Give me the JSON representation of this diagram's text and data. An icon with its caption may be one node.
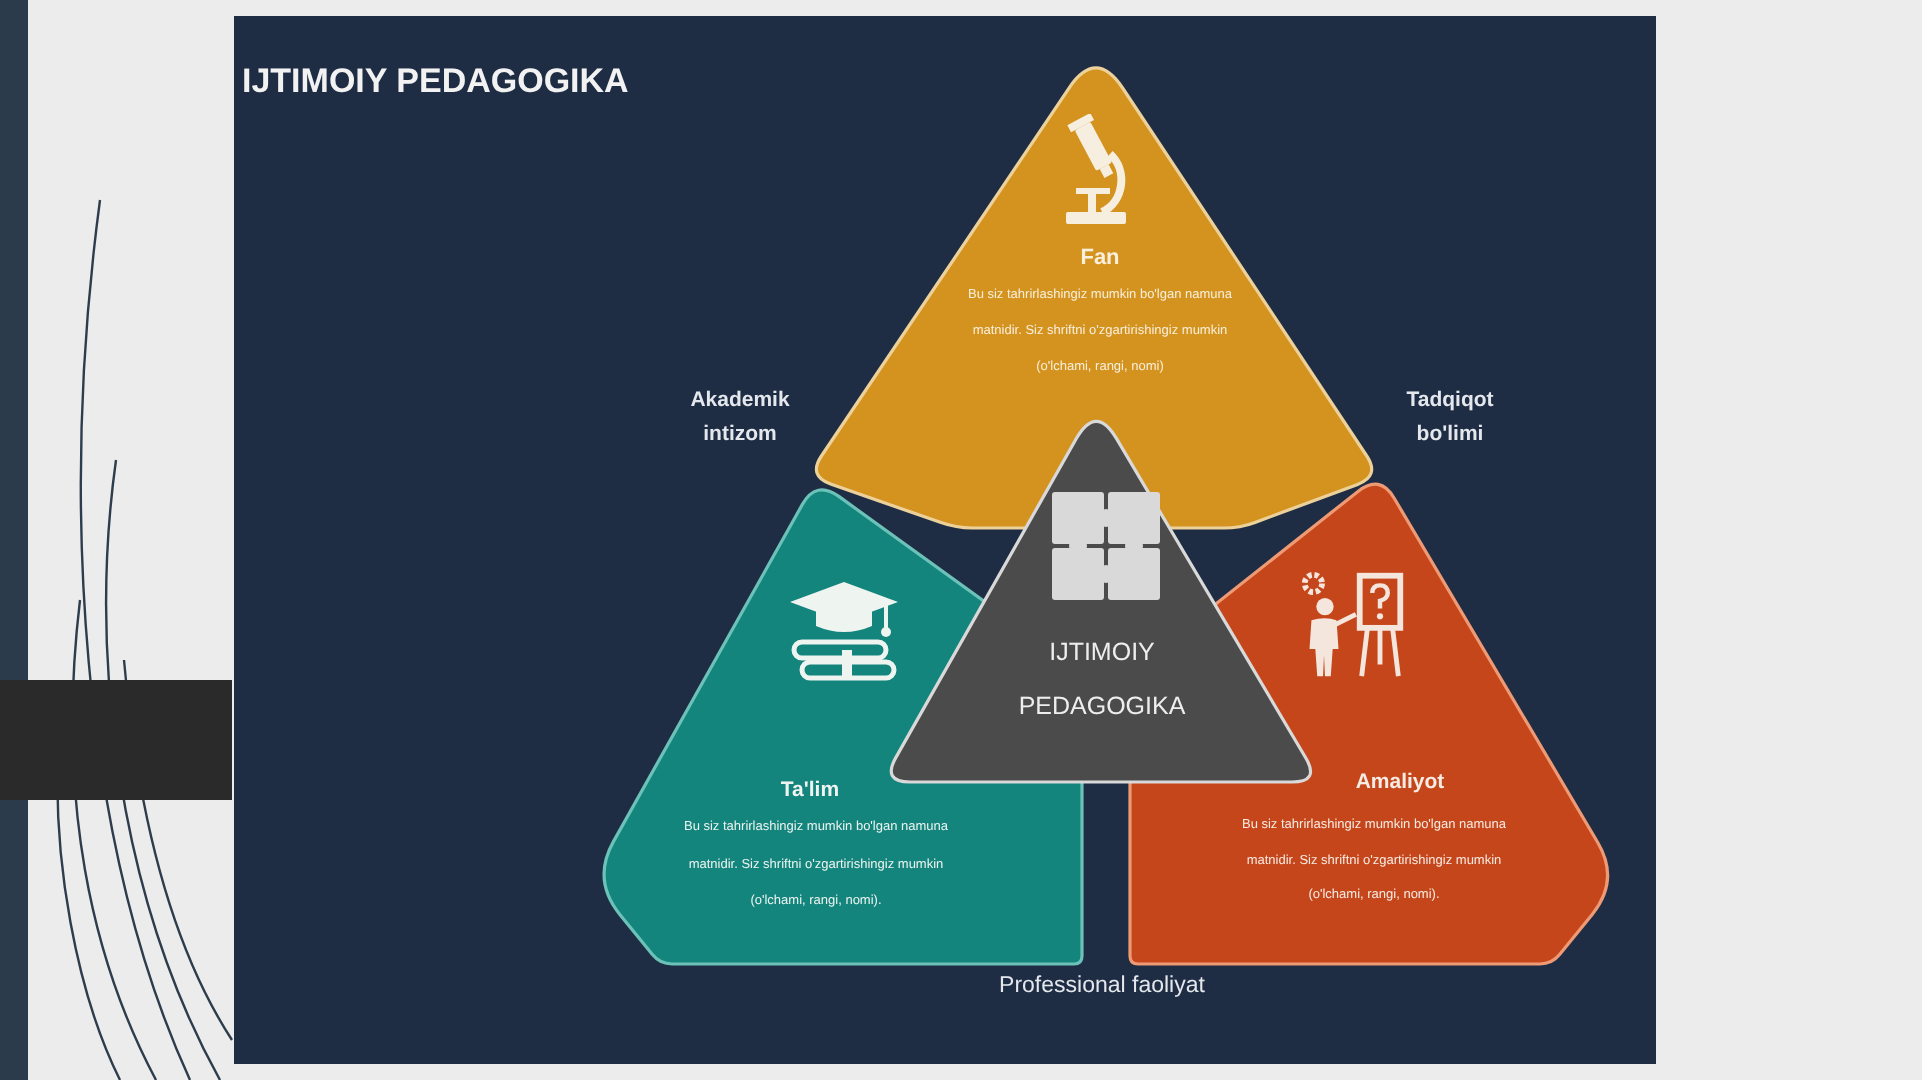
{
  "diagram": {
    "title": "IJTIMOIY PEDAGOGIKA",
    "nodes": [
      {
        "text": [
          "Fan",
          "Bu siz tahrirlashingiz mumkin bo'lgan namuna matnidir. Siz shriftni o'zgartirishingiz mumkin (o'lchami, rangi, nomi)"
        ]
      },
      {
        "text": [
          "IJTIMOIY PEDAGOGIKA"
        ]
      },
      {
        "text": [
          "Ta'lim",
          "Bu siz tahrirlashingiz mumkin bo'lgan namuna matnidir. Siz shriftni o'zgartirishingiz mumkin (o'lchami, rangi, nomi)."
        ]
      },
      {
        "text": [
          "Amaliyot",
          "Bu siz tahrirlashingiz mumkin bo'lgan namuna matnidir. Siz shriftni o'zgartirishingiz mumkin (o'lchami, rangi, nomi)."
        ]
      }
    ],
    "labels": [
      "Akademik intizom",
      "Tadqiqot bo'limi",
      "Professional faoliyat"
    ]
  }
}
